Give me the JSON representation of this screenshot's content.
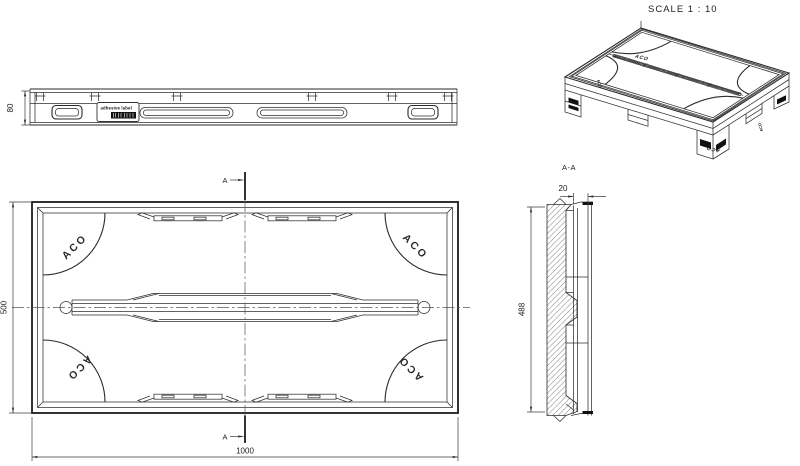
{
  "drawing": {
    "scale_label": "SCALE 1 : 10",
    "section_label": "A-A",
    "section_marker": "A",
    "brand": "ACO",
    "adhesive_label_text": "adhesive label",
    "dimensions": {
      "height": "80",
      "length": "1000",
      "width": "500",
      "section_width": "488",
      "top_thickness": "20"
    },
    "colors": {
      "line": "#2f2f2f",
      "background": "#ffffff"
    }
  }
}
